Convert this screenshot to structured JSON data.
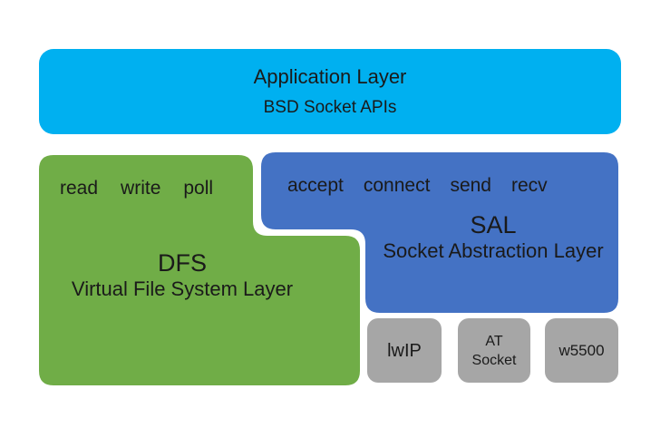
{
  "diagram": {
    "app_layer": {
      "title": "Application Layer",
      "subtitle": "BSD Socket APIs"
    },
    "dfs_layer": {
      "functions": [
        "read",
        "write",
        "poll"
      ],
      "abbr": "DFS",
      "name": "Virtual File System Layer"
    },
    "sal_layer": {
      "functions": [
        "accept",
        "connect",
        "send",
        "recv"
      ],
      "abbr": "SAL",
      "name": "Socket Abstraction Layer"
    },
    "drivers": [
      {
        "line1": "lwIP"
      },
      {
        "line1": "AT",
        "line2": "Socket"
      },
      {
        "line1": "w5500"
      }
    ],
    "colors": {
      "app_layer": "#00b0f0",
      "dfs_layer": "#70ad47",
      "sal_layer": "#4472c4",
      "driver_box": "#a6a6a6",
      "label_text": "#1a1a1a"
    }
  }
}
